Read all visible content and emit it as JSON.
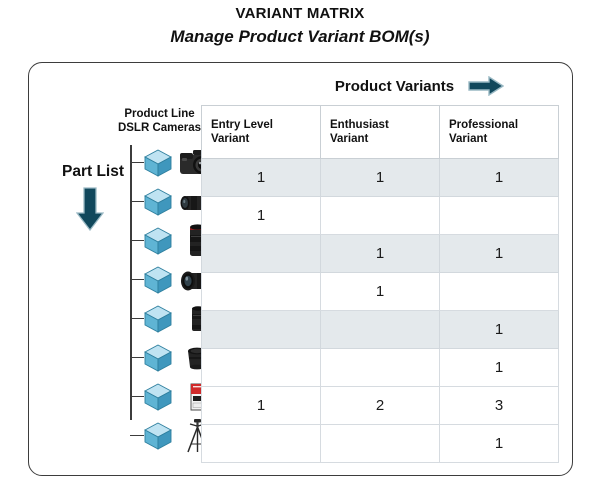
{
  "titles": {
    "main": "VARIANT MATRIX",
    "sub": "Manage Product Variant BOM(s)"
  },
  "card": {
    "variants_header": {
      "label": "Product Variants",
      "arrow_icon": "arrow-right-icon",
      "arrow_color": "#11485c"
    },
    "product_line": {
      "line1": "Product Line",
      "line2": "DSLR Cameras"
    },
    "part_list": {
      "label": "Part List",
      "arrow_icon": "arrow-down-icon",
      "arrow_color": "#11485c"
    }
  },
  "colors": {
    "arrow": "#11485c",
    "arrow_edge": "#8fb3bf",
    "cube_top": "#bfe3f2",
    "cube_left": "#5fb4d4",
    "cube_right": "#3f97bd",
    "row_shaded": "#e4e9ec",
    "row_plain": "#ffffff",
    "grid": "#d6dbe0",
    "card_border": "#3d3d3d",
    "tree_line": "#3c3c3c"
  },
  "chart_data": {
    "type": "table",
    "title": "VARIANT MATRIX",
    "columns": [
      "Entry Level Variant",
      "Enthusiast Variant",
      "Professional Variant"
    ],
    "column_lines": [
      [
        "Entry Level",
        "Variant"
      ],
      [
        "Enthusiast",
        "Variant"
      ],
      [
        "Professional",
        "Variant"
      ]
    ],
    "rows": [
      {
        "part": "dslr-camera-body",
        "shaded": true,
        "values": [
          "1",
          "1",
          "1"
        ]
      },
      {
        "part": "zoom-lens",
        "shaded": false,
        "values": [
          "1",
          "",
          ""
        ]
      },
      {
        "part": "telephoto-lens",
        "shaded": true,
        "values": [
          "",
          "1",
          "1"
        ]
      },
      {
        "part": "wide-angle-lens",
        "shaded": false,
        "values": [
          "",
          "1",
          ""
        ]
      },
      {
        "part": "prime-lens",
        "shaded": true,
        "values": [
          "",
          "",
          "1"
        ]
      },
      {
        "part": "lens-hood",
        "shaded": false,
        "values": [
          "",
          "",
          "1"
        ]
      },
      {
        "part": "memory-card",
        "shaded": false,
        "values": [
          "1",
          "2",
          "3"
        ]
      },
      {
        "part": "tripod",
        "shaded": false,
        "values": [
          "",
          "",
          "1"
        ]
      }
    ]
  }
}
